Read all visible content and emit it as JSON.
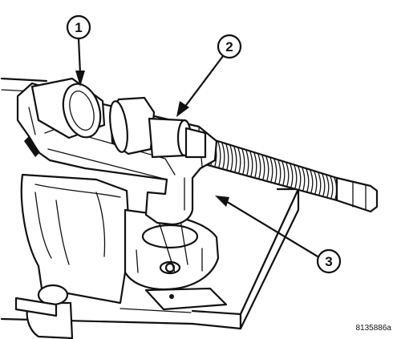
{
  "callouts": [
    {
      "number": "1"
    },
    {
      "number": "2"
    },
    {
      "number": "3"
    }
  ],
  "figure_id": "8135886a"
}
